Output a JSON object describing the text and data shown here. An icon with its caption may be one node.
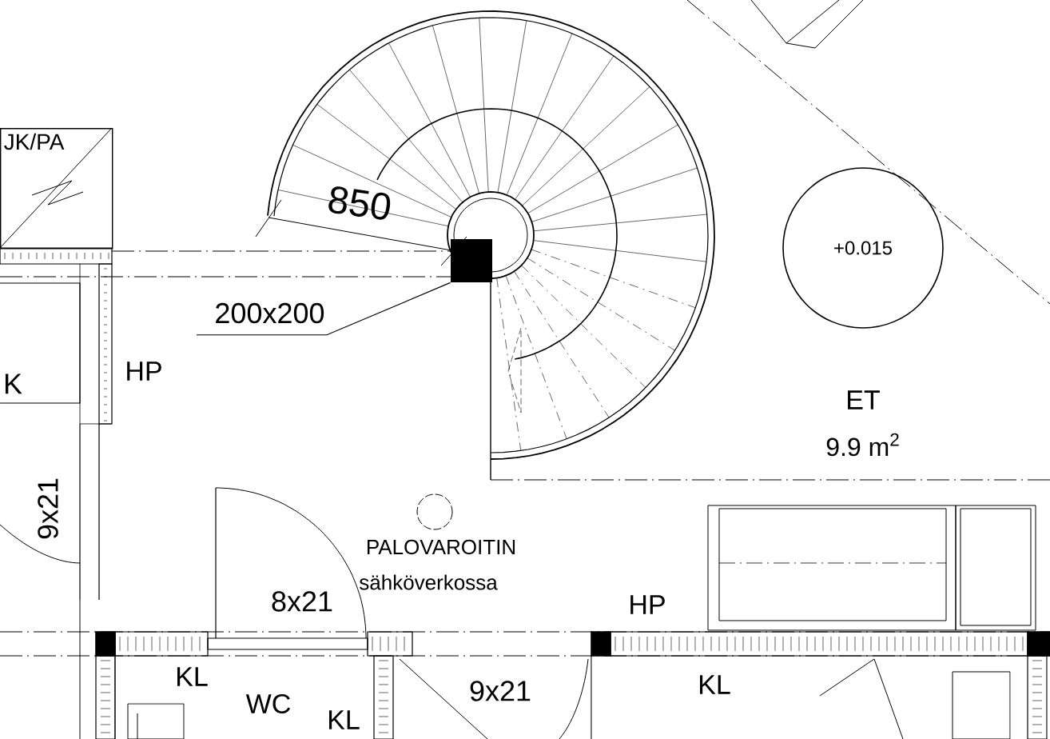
{
  "diagram": {
    "nodes": [
      {
        "text": [
          "JK/PA"
        ]
      },
      {
        "text": [
          "+0.015"
        ]
      },
      {
        "text": [
          "200x200"
        ]
      },
      {
        "text": [],
        "shape": "box"
      }
    ],
    "edges": [
      {
        "from": 2,
        "to": 3,
        "arrow": "none"
      }
    ],
    "labels": [
      "850",
      "K",
      "HP",
      "ET",
      "9.9 m$^{2}$",
      "9x21",
      "PALOVAROITIN",
      "sähköverkossa",
      "8x21",
      "HP",
      "KL",
      "WC",
      "KL",
      "9x21",
      "KL"
    ]
  }
}
